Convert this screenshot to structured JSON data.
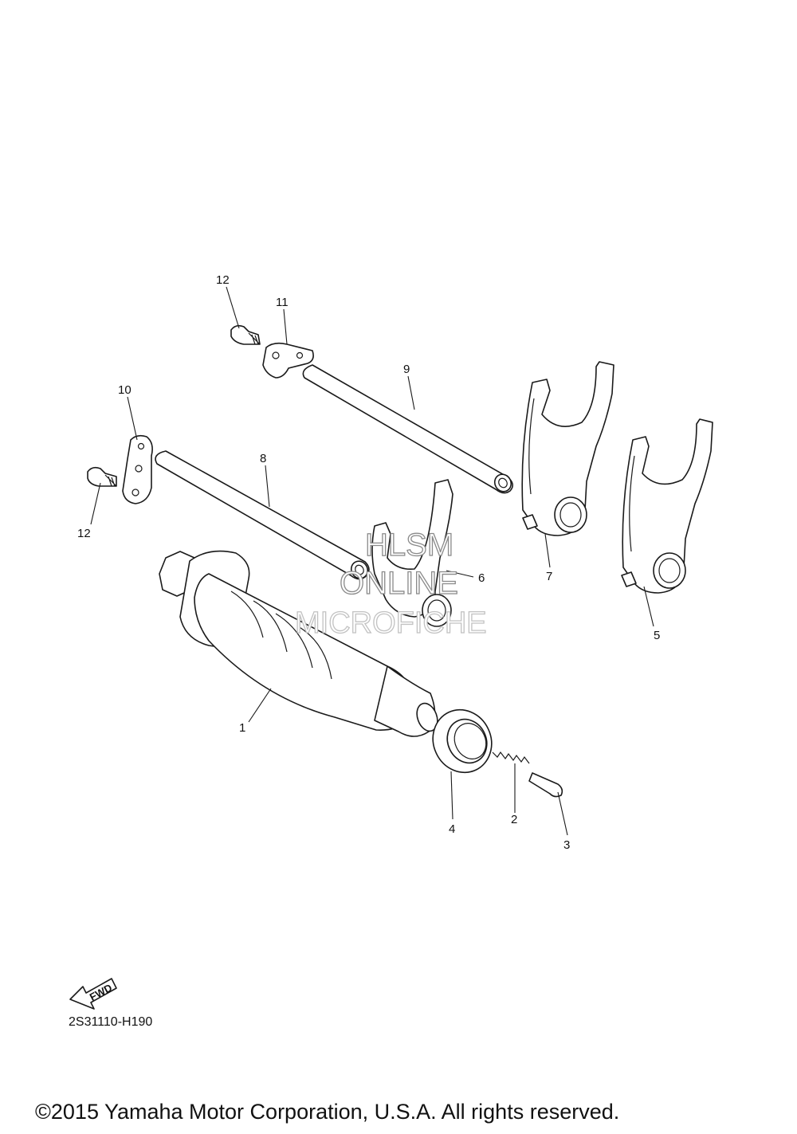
{
  "callouts": {
    "c1": "1",
    "c2": "2",
    "c3": "3",
    "c4": "4",
    "c5": "5",
    "c6": "6",
    "c7": "7",
    "c8": "8",
    "c9": "9",
    "c10": "10",
    "c11": "11",
    "c12a": "12",
    "c12b": "12"
  },
  "watermark": {
    "line1": "HLSM",
    "line2": "ONLINE",
    "line3": "MICROFICHE"
  },
  "fwd_label": "FWD",
  "diagram_code": "2S31110-H190",
  "copyright": "©2015 Yamaha Motor Corporation, U.S.A. All rights reserved."
}
